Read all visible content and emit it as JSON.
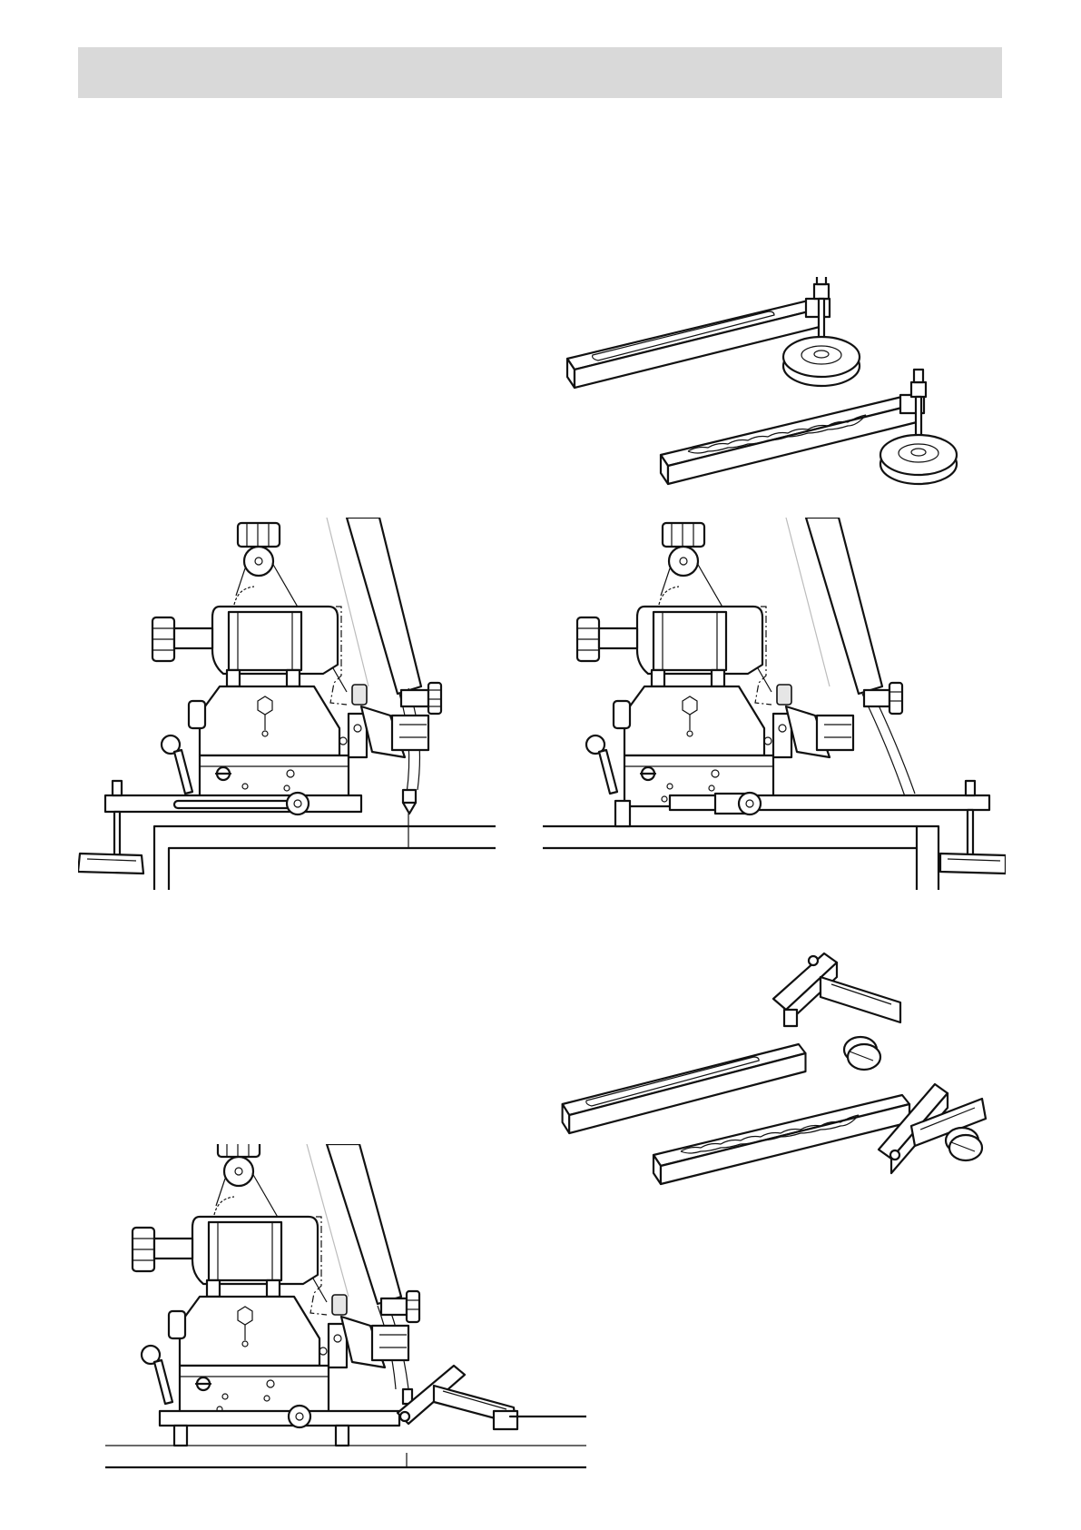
{
  "page": {
    "header_band_color": "#d9d9d9",
    "line_color": "#111111"
  },
  "figures": [
    {
      "name": "guide-arms-straight",
      "description_icon": "guide-arm-pair-icon"
    },
    {
      "name": "carriage-side-left-guide",
      "description_icon": "welding-carriage-icon"
    },
    {
      "name": "carriage-side-right-guide",
      "description_icon": "welding-carriage-icon"
    },
    {
      "name": "guide-arms-angled",
      "description_icon": "angled-guide-arm-pair-icon"
    },
    {
      "name": "carriage-side-angled-guide",
      "description_icon": "welding-carriage-icon"
    }
  ]
}
